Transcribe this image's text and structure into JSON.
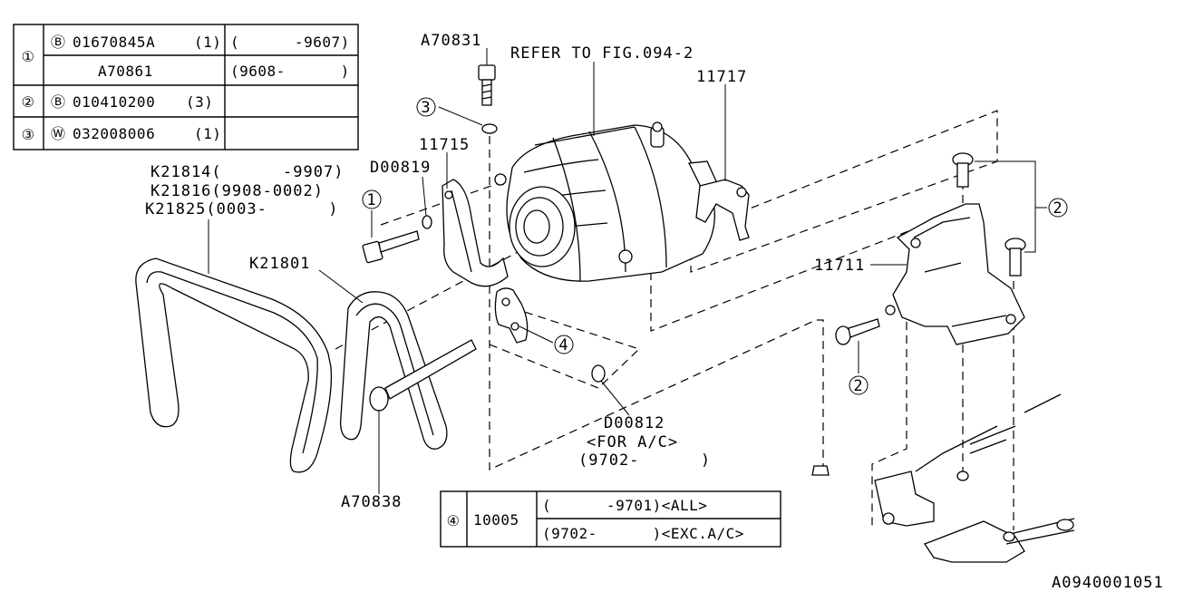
{
  "table_top": {
    "rows": [
      {
        "ref": "①",
        "letter": "Ⓑ",
        "part": "01670845A",
        "qty": "(1)",
        "range": "(      -9607)"
      },
      {
        "part": "A70861",
        "range": "(9608-      )"
      },
      {
        "ref": "②",
        "letter": "Ⓑ",
        "part": "010410200",
        "qty": "(3)",
        "range": ""
      },
      {
        "ref": "③",
        "letter": "Ⓦ",
        "part": "032008006",
        "qty": "(1)",
        "range": ""
      }
    ]
  },
  "table_bottom": {
    "ref": "④",
    "part": "10005",
    "row1": "(      -9701)<ALL>",
    "row2": "(9702-      )<EXC.A/C>"
  },
  "labels": {
    "a70831": "A70831",
    "refer": "REFER TO FIG.094-2",
    "p11717": "11717",
    "p11715": "11715",
    "d00819": "D00819",
    "k21814": "K21814(      -9907)",
    "k21816": "K21816(9908-0002)",
    "k21825": "K21825(0003-      )",
    "k21801": "K21801",
    "p11711": "11711",
    "d00812": "D00812",
    "for_ac": "<FOR A/C>",
    "d00812_range": "(9702-      )",
    "a70838": "A70838",
    "callout_1": "1",
    "callout_2a": "2",
    "callout_2b": "2",
    "callout_3": "3",
    "callout_4": "4",
    "drawing_code": "A0940001051"
  }
}
